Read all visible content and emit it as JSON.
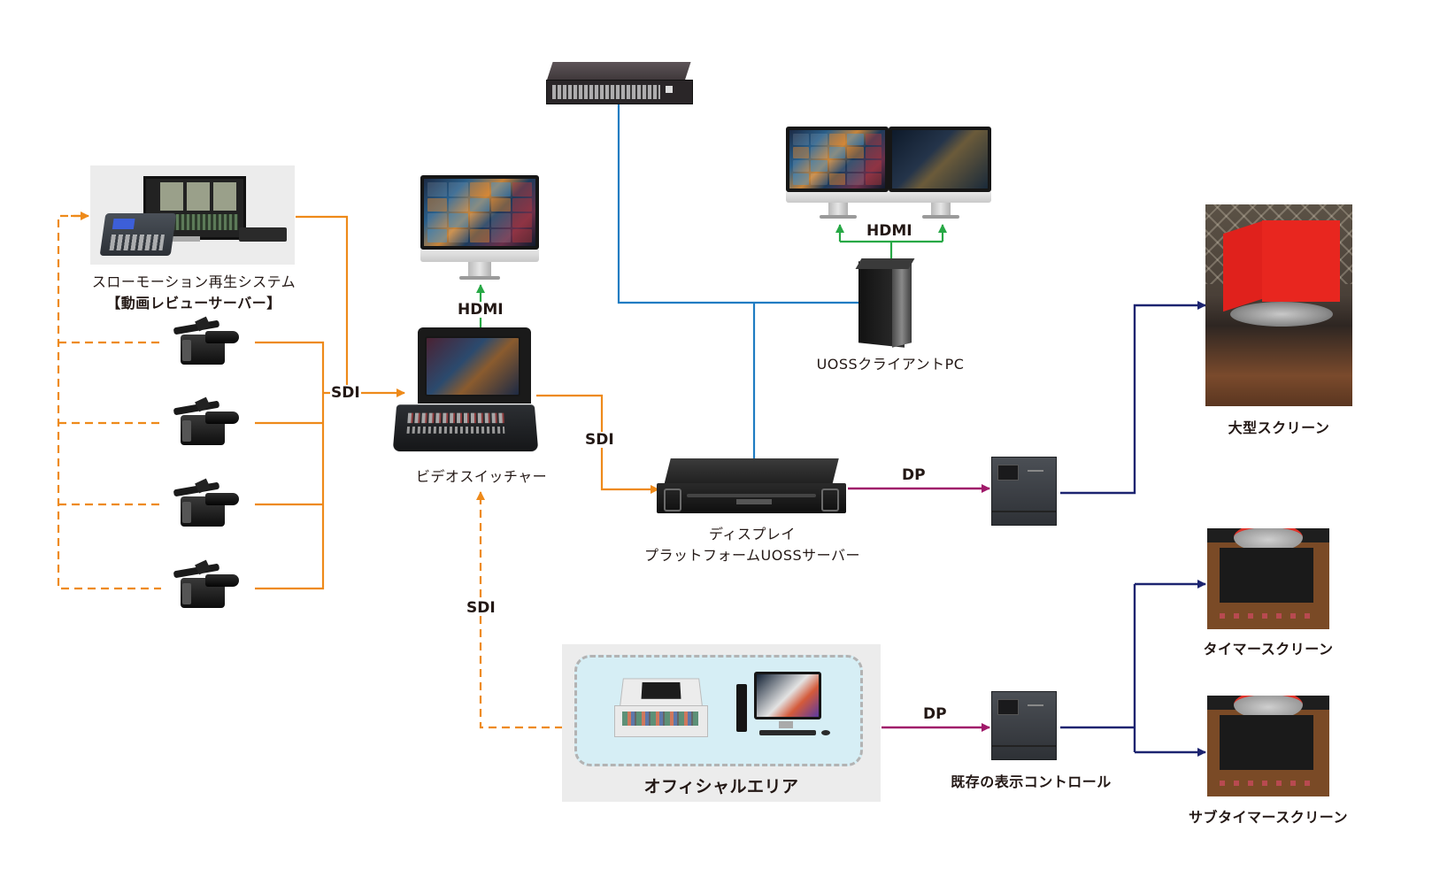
{
  "diagram": {
    "nodes": {
      "network_switch": {
        "label": ""
      },
      "slow_motion_system": {
        "label_line1": "スローモーション再生システム",
        "label_line2": "【動画レビューサーバー】"
      },
      "cameras": [
        {
          "id": "camera-1"
        },
        {
          "id": "camera-2"
        },
        {
          "id": "camera-3"
        },
        {
          "id": "camera-4"
        }
      ],
      "video_switcher": {
        "label": "ビデオスイッチャー"
      },
      "switcher_monitor": {
        "label": ""
      },
      "client_monitors": {
        "label": ""
      },
      "client_pc": {
        "label": "UOSSクライアントPC"
      },
      "display_server": {
        "label_line1": "ディスプレイ",
        "label_line2": "プラットフォームUOSSサーバー"
      },
      "controller_main": {
        "label": ""
      },
      "controller_existing": {
        "label": "既存の表示コントロール"
      },
      "large_screen": {
        "label": "大型スクリーン"
      },
      "timer_screen": {
        "label": "タイマースクリーン"
      },
      "sub_timer_screen": {
        "label": "サブタイマースクリーン"
      },
      "official_area": {
        "label": "オフィシャルエリア"
      }
    },
    "connections": {
      "sdi_cameras_to_switcher": "SDI",
      "sdi_switcher_to_server": "SDI",
      "sdi_official_to_switcher": "SDI",
      "hdmi_switcher_monitor": "HDMI",
      "hdmi_client_monitors": "HDMI",
      "dp_server_to_controller": "DP",
      "dp_official_to_existing": "DP"
    },
    "edges": [
      {
        "from": "slow_motion_system",
        "to": "video_switcher",
        "type": "SDI",
        "style": "solid"
      },
      {
        "from": "camera-1",
        "to": "video_switcher",
        "type": "SDI",
        "style": "solid"
      },
      {
        "from": "camera-2",
        "to": "video_switcher",
        "type": "SDI",
        "style": "solid"
      },
      {
        "from": "camera-3",
        "to": "video_switcher",
        "type": "SDI",
        "style": "solid"
      },
      {
        "from": "camera-4",
        "to": "video_switcher",
        "type": "SDI",
        "style": "solid"
      },
      {
        "from": "cameras",
        "to": "slow_motion_system",
        "type": "SDI",
        "style": "dashed"
      },
      {
        "from": "video_switcher",
        "to": "switcher_monitor",
        "type": "HDMI",
        "style": "solid"
      },
      {
        "from": "video_switcher",
        "to": "display_server",
        "type": "SDI",
        "style": "solid"
      },
      {
        "from": "official_area",
        "to": "video_switcher",
        "type": "SDI",
        "style": "dashed"
      },
      {
        "from": "network_switch",
        "to": "display_server",
        "type": "Ethernet",
        "style": "solid"
      },
      {
        "from": "network_switch",
        "to": "client_pc",
        "type": "Ethernet",
        "style": "solid"
      },
      {
        "from": "client_pc",
        "to": "client_monitors",
        "type": "HDMI",
        "style": "solid"
      },
      {
        "from": "display_server",
        "to": "controller_main",
        "type": "DP",
        "style": "solid"
      },
      {
        "from": "controller_main",
        "to": "large_screen",
        "type": "output",
        "style": "solid"
      },
      {
        "from": "official_area",
        "to": "controller_existing",
        "type": "DP",
        "style": "solid"
      },
      {
        "from": "controller_existing",
        "to": "timer_screen",
        "type": "output",
        "style": "solid"
      },
      {
        "from": "controller_existing",
        "to": "sub_timer_screen",
        "type": "output",
        "style": "solid"
      }
    ],
    "colors": {
      "sdi": "#ee8a1a",
      "hdmi": "#27a845",
      "ethernet": "#1f7cc2",
      "dp": "#a0196a",
      "output": "#1c2470",
      "official_area_bg": "#ececec",
      "official_area_inner": "#d6eef5"
    }
  }
}
